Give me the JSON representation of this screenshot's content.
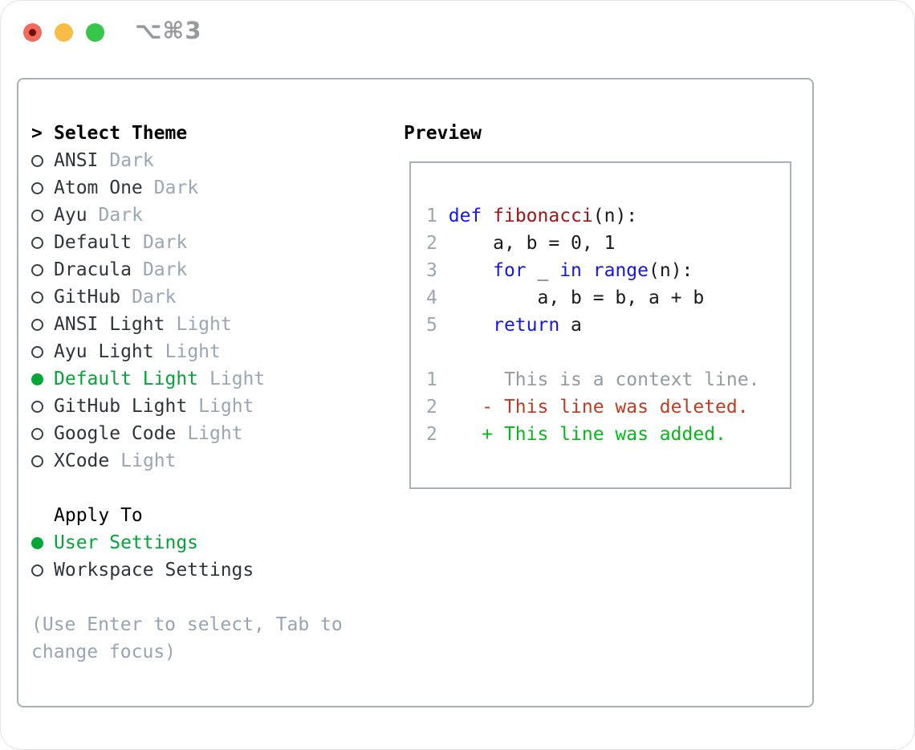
{
  "window": {
    "shortcut": "⌥⌘3"
  },
  "colors": {
    "accent_green": "#00a636",
    "added_green": "#00bd16",
    "deleted_red": "#c23a20",
    "keyword_blue": "#1515f0",
    "function_red": "#a31515",
    "muted_gray": "#9aa6b4",
    "panel_border": "#a8b0ba",
    "traffic_red": "#f16a5d",
    "traffic_yellow": "#f7bd45",
    "traffic_green": "#37c649"
  },
  "sidebar": {
    "header": {
      "prompt": ">",
      "label": "Select Theme"
    },
    "themes": [
      {
        "name": "ANSI",
        "variant": "Dark",
        "selected": false
      },
      {
        "name": "Atom One",
        "variant": "Dark",
        "selected": false
      },
      {
        "name": "Ayu",
        "variant": "Dark",
        "selected": false
      },
      {
        "name": "Default",
        "variant": "Dark",
        "selected": false
      },
      {
        "name": "Dracula",
        "variant": "Dark",
        "selected": false
      },
      {
        "name": "GitHub",
        "variant": "Dark",
        "selected": false
      },
      {
        "name": "ANSI Light",
        "variant": "Light",
        "selected": false
      },
      {
        "name": "Ayu Light",
        "variant": "Light",
        "selected": false
      },
      {
        "name": "Default Light",
        "variant": "Light",
        "selected": true
      },
      {
        "name": "GitHub Light",
        "variant": "Light",
        "selected": false
      },
      {
        "name": "Google Code",
        "variant": "Light",
        "selected": false
      },
      {
        "name": "XCode",
        "variant": "Light",
        "selected": false
      }
    ],
    "apply_to": {
      "label": "Apply To",
      "options": [
        {
          "name": "User Settings",
          "selected": true
        },
        {
          "name": "Workspace Settings",
          "selected": false
        }
      ]
    },
    "hint_lines": [
      "(Use Enter to select, Tab to",
      "change focus)"
    ]
  },
  "preview": {
    "title": "Preview",
    "code_lines": [
      {
        "num": "1",
        "segments": [
          {
            "t": " ",
            "c": "plain"
          },
          {
            "t": "def",
            "c": "kw"
          },
          {
            "t": " ",
            "c": "plain"
          },
          {
            "t": "fibonacci",
            "c": "fn"
          },
          {
            "t": "(n):",
            "c": "plain"
          }
        ]
      },
      {
        "num": "2",
        "segments": [
          {
            "t": "     a, b = 0, 1",
            "c": "plain"
          }
        ]
      },
      {
        "num": "3",
        "segments": [
          {
            "t": "     ",
            "c": "plain"
          },
          {
            "t": "for",
            "c": "kw"
          },
          {
            "t": " _ ",
            "c": "plain"
          },
          {
            "t": "in",
            "c": "kw"
          },
          {
            "t": " ",
            "c": "plain"
          },
          {
            "t": "range",
            "c": "kw"
          },
          {
            "t": "(n):",
            "c": "plain"
          }
        ]
      },
      {
        "num": "4",
        "segments": [
          {
            "t": "         a, b = b, a + b",
            "c": "plain"
          }
        ]
      },
      {
        "num": "5",
        "segments": [
          {
            "t": "     ",
            "c": "plain"
          },
          {
            "t": "return",
            "c": "kw"
          },
          {
            "t": " a",
            "c": "plain"
          }
        ]
      },
      {
        "num": "",
        "segments": []
      },
      {
        "num": "1",
        "segments": [
          {
            "t": "      This is a context line.",
            "c": "context"
          }
        ]
      },
      {
        "num": "2",
        "segments": [
          {
            "t": "    - This line was deleted.",
            "c": "deleted"
          }
        ]
      },
      {
        "num": "2",
        "segments": [
          {
            "t": "    + This line was added.",
            "c": "added"
          }
        ]
      }
    ]
  }
}
